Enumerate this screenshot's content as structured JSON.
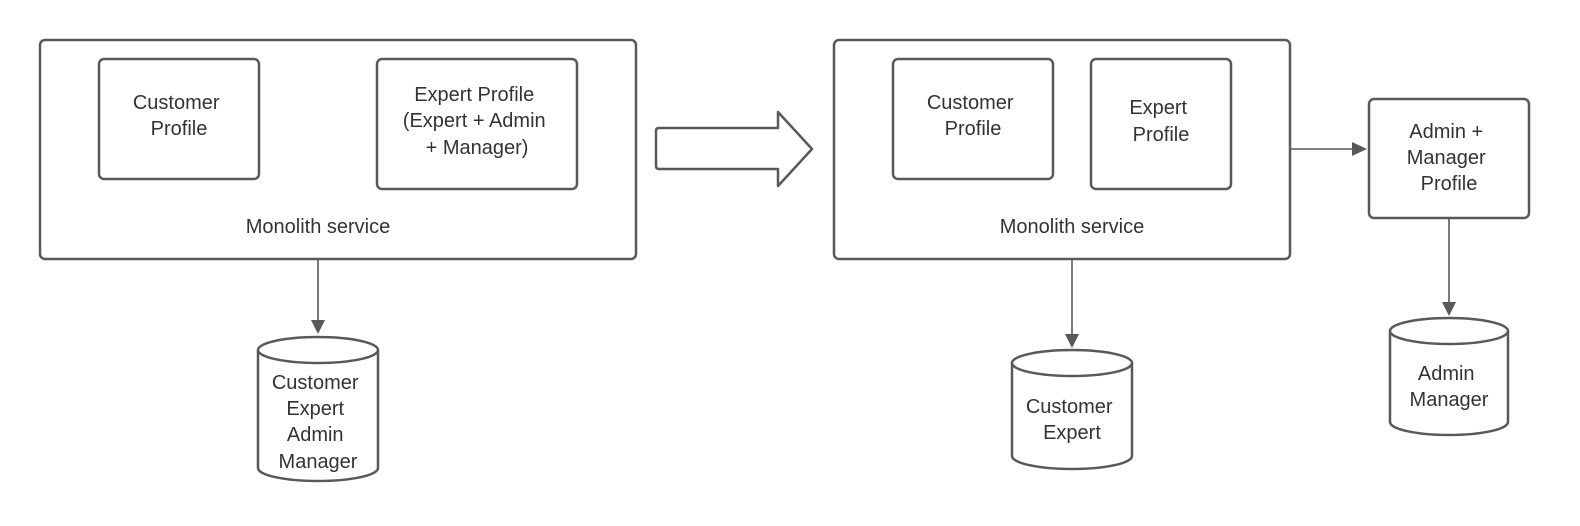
{
  "before": {
    "service_label": "Monolith service",
    "customer_profile": [
      "Customer",
      "Profile"
    ],
    "expert_profile": [
      "Expert Profile",
      "(Expert + Admin",
      "+ Manager)"
    ],
    "database": [
      "Customer",
      "Expert",
      "Admin",
      "Manager"
    ]
  },
  "after": {
    "service_label": "Monolith service",
    "customer_profile": [
      "Customer",
      "Profile"
    ],
    "expert_profile": [
      "Expert",
      "Profile"
    ],
    "database": [
      "Customer",
      "Expert"
    ],
    "admin_manager_profile": [
      "Admin +",
      "Manager",
      "Profile"
    ],
    "admin_manager_database": [
      "Admin",
      "Manager"
    ]
  },
  "colors": {
    "stroke": "#595959",
    "text": "#333333",
    "background": "#ffffff"
  }
}
